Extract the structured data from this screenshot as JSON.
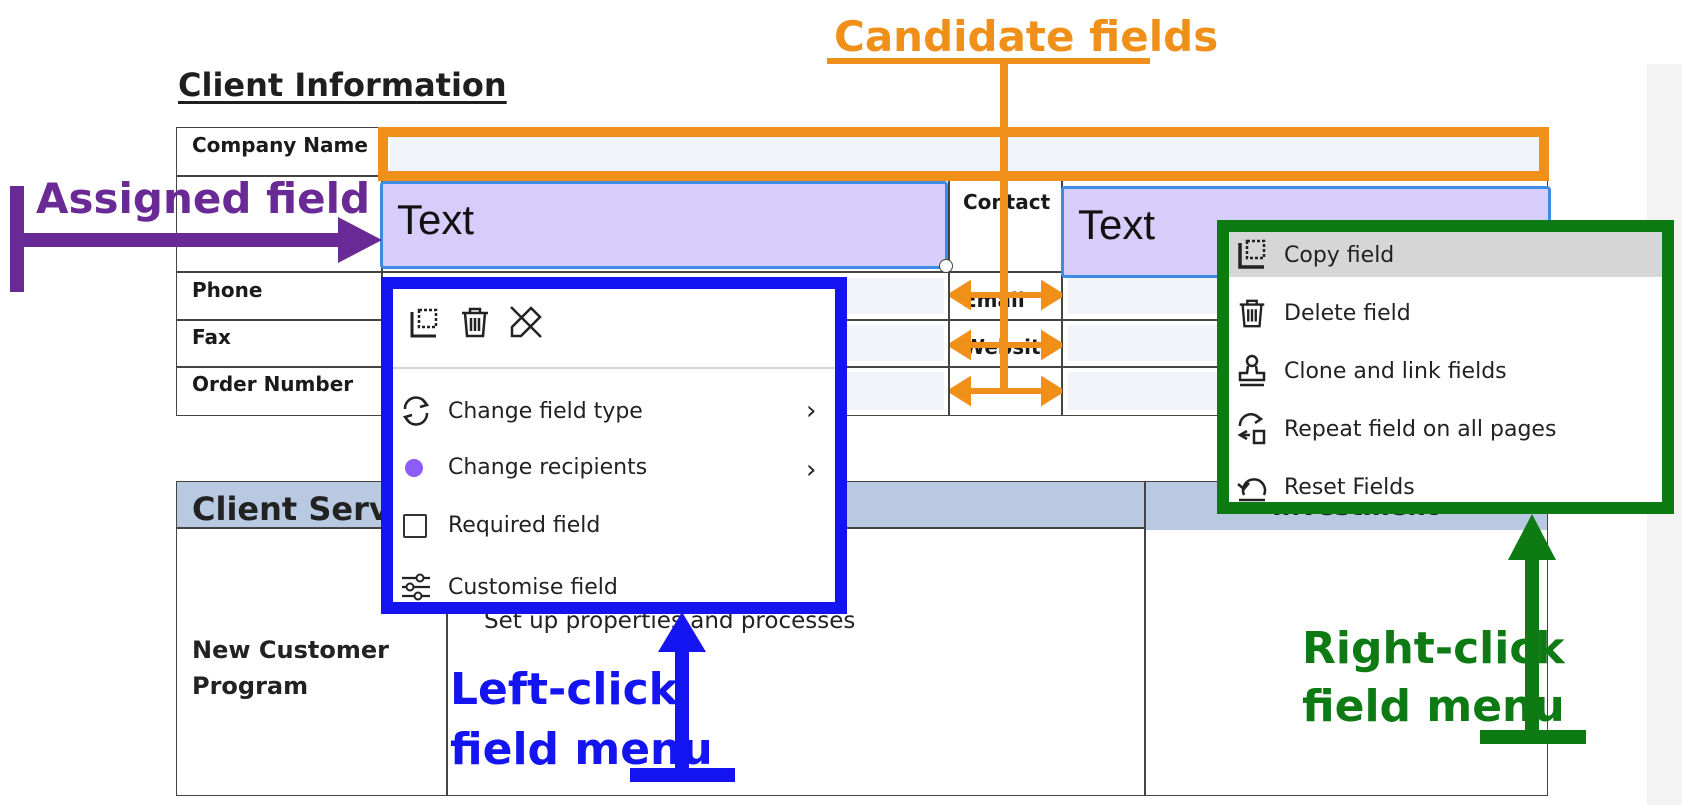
{
  "form": {
    "section_title": "Client Information",
    "rows": {
      "company_label": "Company Name",
      "contact_label": "Contact",
      "phone_label": "Phone",
      "fax_label": "Fax",
      "order_label": "Order Number",
      "email_label": "Email",
      "website_label": "Website"
    },
    "assigned_field_value": "Text",
    "assigned_field_value_2": "Text",
    "services_header": "Client Services",
    "investment_header": "Investment",
    "program_label": "New Customer Program",
    "bullet_text": "Set up properties and processes"
  },
  "left_menu": {
    "toolbar_icons": [
      "copy-icon",
      "trash-icon",
      "unassign-icon"
    ],
    "items": [
      {
        "label": "Change field type",
        "icon": "refresh-icon",
        "has_submenu": true
      },
      {
        "label": "Change recipients",
        "icon": "recipient-dot-icon",
        "has_submenu": true
      },
      {
        "label": "Required field",
        "icon": "checkbox-icon",
        "has_submenu": false
      },
      {
        "label": "Customise field",
        "icon": "sliders-icon",
        "has_submenu": false
      }
    ]
  },
  "right_menu": {
    "items": [
      {
        "label": "Copy field",
        "icon": "copy-icon",
        "highlighted": true
      },
      {
        "label": "Delete field",
        "icon": "trash-icon",
        "highlighted": false
      },
      {
        "label": "Clone and link fields",
        "icon": "stamp-icon",
        "highlighted": false
      },
      {
        "label": "Repeat field on all pages",
        "icon": "repeat-icon",
        "highlighted": false
      },
      {
        "label": "Reset Fields",
        "icon": "undo-icon",
        "highlighted": false
      }
    ]
  },
  "annotations": {
    "candidate": "Candidate fields",
    "assigned": "Assigned field",
    "left_click_1": "Left-click",
    "left_click_2": "field menu",
    "right_click_1": "Right-click",
    "right_click_2": "field menu"
  },
  "colors": {
    "candidate_orange": "#f0901a",
    "assigned_purple": "#6a2a96",
    "left_blue": "#1414f0",
    "right_green": "#0e7a14",
    "field_fill": "#d7cdfa",
    "field_border": "#3c8be4",
    "recipient_dot": "#8b5cf6",
    "header_fill": "#b8c9e1"
  }
}
